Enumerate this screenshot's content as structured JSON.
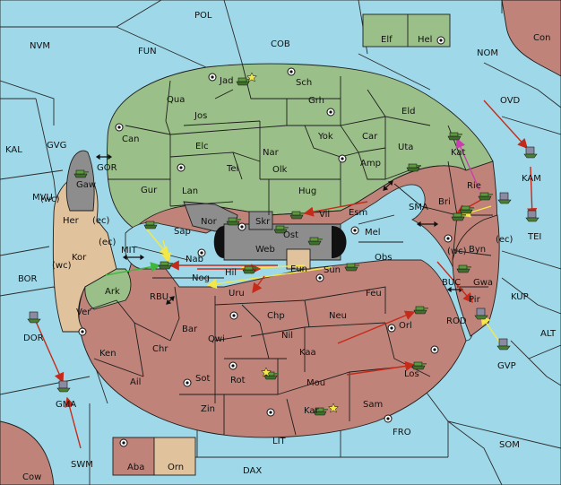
{
  "colors": {
    "sea": "#9fd8e8",
    "power_green": "#9bbf88",
    "power_red": "#c08379",
    "neutral_tan": "#e0c29d",
    "impassable": "#8d8d8d",
    "move_red": "#c62a1a",
    "move_yellow": "#f2e84a",
    "move_green": "#3db83d",
    "move_magenta": "#c83fb0"
  },
  "labels": {
    "POL": "POL",
    "COB": "COB",
    "NOM": "NOM",
    "NVM": "NVM",
    "FUN": "FUN",
    "Con": "Con",
    "Elf": "Elf",
    "Hel": "Hel",
    "OVD": "OVD",
    "KAL": "KAL",
    "GVG": "GVG",
    "GOR": "GOR",
    "Gaw": "Gaw",
    "KAM": "KAM",
    "TEI": "TEI",
    "SMA": "SMA",
    "MVU": "MVU",
    "Her": "Her",
    "wc1": "(wc)",
    "ec1": "(ec)",
    "MIT": "MIT",
    "Kor": "Kor",
    "wc2": "(wc)",
    "BOR": "BOR",
    "Ver": "Ver",
    "ec2": "(ec)",
    "RBU": "RBU",
    "Ark": "Ark",
    "DOR": "DOR",
    "GMA": "GMA",
    "SWM": "SWM",
    "Cow": "Cow",
    "Aba": "Aba",
    "Orn": "Orn",
    "DAX": "DAX",
    "LIT": "LIT",
    "FRO": "FRO",
    "SOM": "SOM",
    "ALT": "ALT",
    "GVP": "GVP",
    "KUP": "KUP",
    "BUC": "BUC",
    "ROD": "ROD",
    "Jad": "Jad",
    "Sch": "Sch",
    "Qua": "Qua",
    "Jos": "Jos",
    "Grh": "Grh",
    "Eld": "Eld",
    "Can": "Can",
    "Elc": "Elc",
    "Nar": "Nar",
    "Yok": "Yok",
    "Car": "Car",
    "Uta": "Uta",
    "Kat": "Kat",
    "Tel": "Tel",
    "Olk": "Olk",
    "Amp": "Amp",
    "Gur": "Gur",
    "Lan": "Lan",
    "Hug": "Hug",
    "Nor": "Nor",
    "Skr": "Skr",
    "Vil": "Vil",
    "Esm": "Esm",
    "Bri": "Bri",
    "Rie": "Rie",
    "Sap": "Sap",
    "Web": "Web",
    "Ost": "Ost",
    "Mel": "Mel",
    "wc3": "(wc)",
    "Byn": "Byn",
    "ec3": "(ec)",
    "Nab": "Nab",
    "Eun": "Eun",
    "Sun": "Sun",
    "Obs": "Obs",
    "Gwa": "Gwa",
    "Nog": "Nog",
    "Hil": "Hil",
    "Uru": "Uru",
    "Feu": "Feu",
    "Pir": "Pir",
    "Chp": "Chp",
    "Neu": "Neu",
    "Orl": "Orl",
    "Bar": "Bar",
    "Qwi": "Qwi",
    "Nil": "Nil",
    "Ken": "Ken",
    "Chr": "Chr",
    "Kaa": "Kaa",
    "Ail": "Ail",
    "Sot": "Sot",
    "Rot": "Rot",
    "Mou": "Mou",
    "Los": "Los",
    "Zin": "Zin",
    "Kar": "Kar",
    "Sam": "Sam"
  }
}
